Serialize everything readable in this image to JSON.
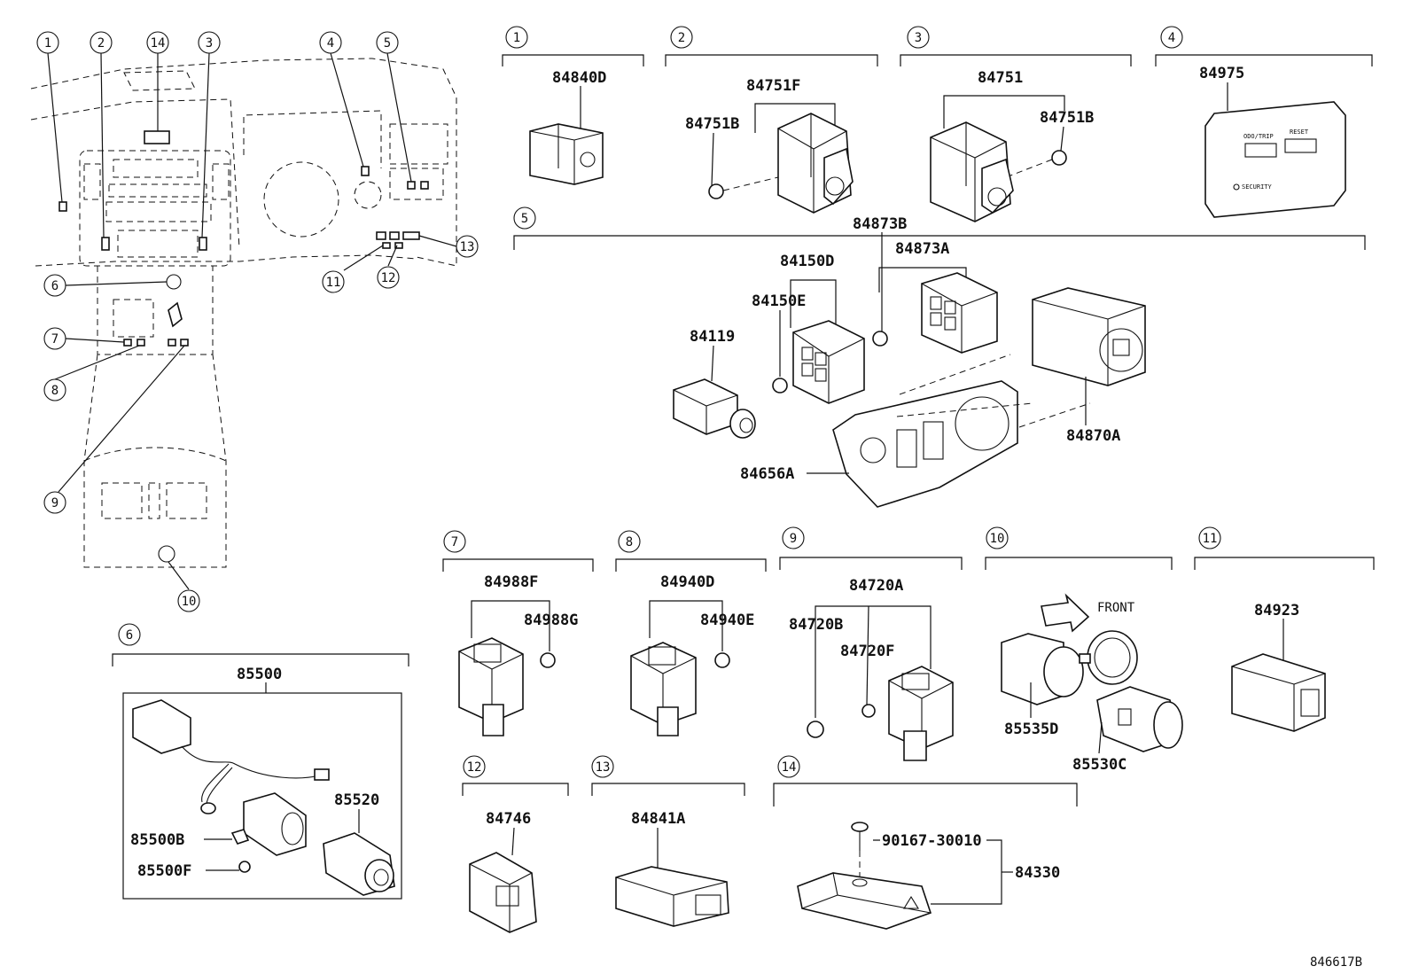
{
  "drawing_id": "846617B",
  "front_label": "FRONT",
  "callouts": [
    "1",
    "2",
    "3",
    "4",
    "5",
    "6",
    "7",
    "8",
    "9",
    "10",
    "11",
    "12",
    "13",
    "14"
  ],
  "groups": {
    "g1": {
      "number": "1",
      "parts": [
        "84840D"
      ]
    },
    "g2": {
      "number": "2",
      "parts": [
        "84751F",
        "84751B"
      ]
    },
    "g3": {
      "number": "3",
      "parts": [
        "84751",
        "84751B"
      ]
    },
    "g4": {
      "number": "4",
      "parts": [
        "84975"
      ],
      "panel_text": [
        "ODO/TRIP",
        "RESET",
        "SECURITY"
      ]
    },
    "g5": {
      "number": "5",
      "parts": [
        "84150D",
        "84873A",
        "84150E",
        "84873B",
        "84119",
        "84870A",
        "84656A"
      ]
    },
    "g6": {
      "number": "6",
      "parts": [
        "85500",
        "85520",
        "85500B",
        "85500F"
      ]
    },
    "g7": {
      "number": "7",
      "parts": [
        "84988F",
        "84988G"
      ]
    },
    "g8": {
      "number": "8",
      "parts": [
        "84940D",
        "84940E"
      ]
    },
    "g9": {
      "number": "9",
      "parts": [
        "84720A",
        "84720B",
        "84720F"
      ]
    },
    "g10": {
      "number": "10",
      "parts": [
        "85535D",
        "85530C"
      ]
    },
    "g11": {
      "number": "11",
      "parts": [
        "84923"
      ]
    },
    "g12": {
      "number": "12",
      "parts": [
        "84746"
      ]
    },
    "g13": {
      "number": "13",
      "parts": [
        "84841A"
      ]
    },
    "g14": {
      "number": "14",
      "parts": [
        "90167-30010",
        "84330"
      ]
    }
  }
}
